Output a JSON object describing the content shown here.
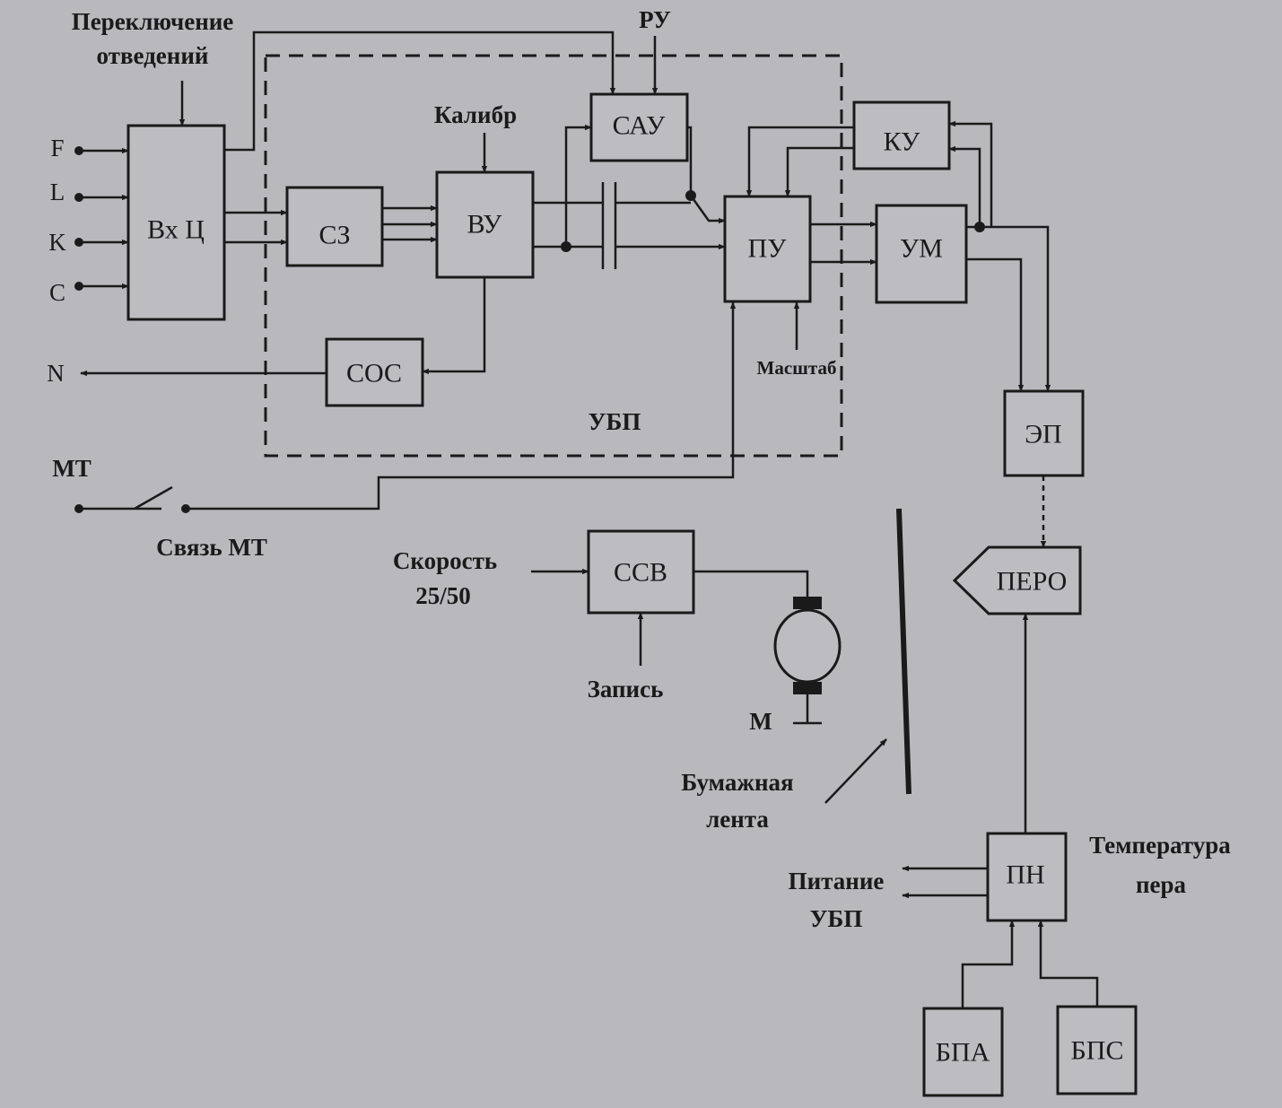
{
  "blocks": {
    "vxc": "Вх Ц",
    "sz": "СЗ",
    "vu": "ВУ",
    "sau": "САУ",
    "pu": "ПУ",
    "ku": "КУ",
    "um": "УМ",
    "sos": "СОС",
    "ep": "ЭП",
    "pero": "ПЕРО",
    "ssv": "ССВ",
    "pn": "ПН",
    "bpa": "БПА",
    "bps": "БПС",
    "motor": "М"
  },
  "inputs": [
    "F",
    "L",
    "K",
    "C"
  ],
  "output_n": "N",
  "labels": {
    "lead_switch_1": "Переключение",
    "lead_switch_2": "отведений",
    "ru": "РУ",
    "calibr": "Калибр",
    "masshtab": "Масштаб",
    "ubp": "УБП",
    "mt": "МТ",
    "svyaz_mt": "Связь МТ",
    "speed_1": "Скорость",
    "speed_2": "25/50",
    "zapis": "Запись",
    "paper_1": "Бумажная",
    "paper_2": "лента",
    "power_1": "Питание",
    "power_2": "УБП",
    "temp_1": "Температура",
    "temp_2": "пера"
  }
}
